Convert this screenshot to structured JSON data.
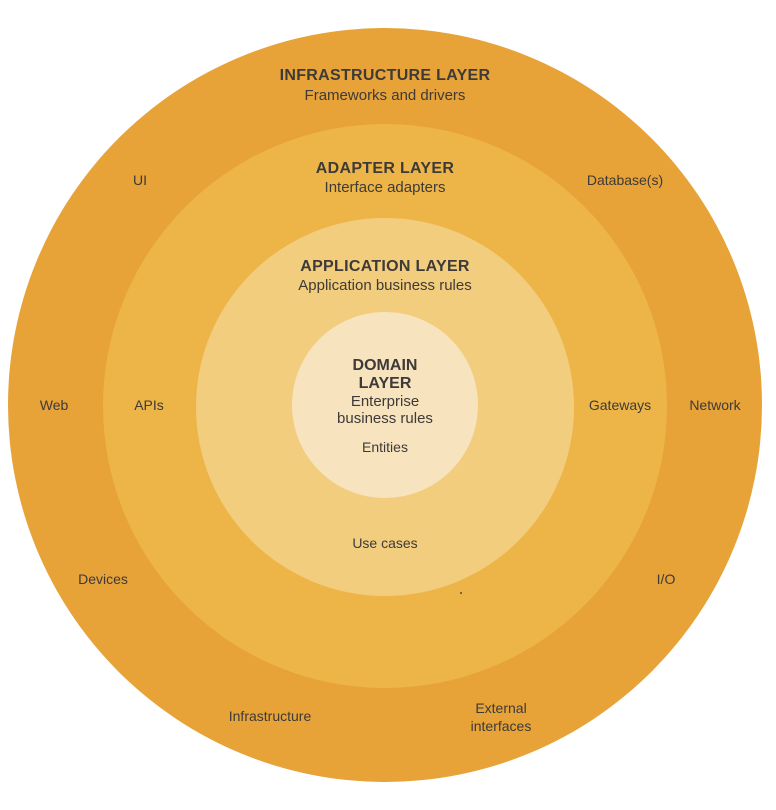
{
  "colors": {
    "infrastructure": "#e7a238",
    "adapter": "#edb548",
    "application": "#f2cd7d",
    "domain": "#f7e3bd",
    "text": "#3d3a38"
  },
  "infrastructure": {
    "title": "INFRASTRUCTURE LAYER",
    "subtitle": "Frameworks and drivers",
    "items": {
      "ui": "UI",
      "database": "Database(s)",
      "web": "Web",
      "network": "Network",
      "devices": "Devices",
      "io": "I/O",
      "infrastructure": "Infrastructure",
      "external": "External\ninterfaces"
    }
  },
  "adapter": {
    "title": "ADAPTER LAYER",
    "subtitle": "Interface adapters",
    "items": {
      "apis": "APIs",
      "gateways": "Gateways"
    }
  },
  "application": {
    "title": "APPLICATION LAYER",
    "subtitle": "Application business rules",
    "items": {
      "use_cases": "Use cases"
    }
  },
  "domain": {
    "title_line1": "DOMAIN",
    "title_line2": "LAYER",
    "subtitle_line1": "Enterprise",
    "subtitle_line2": "business rules",
    "items": {
      "entities": "Entities"
    }
  }
}
